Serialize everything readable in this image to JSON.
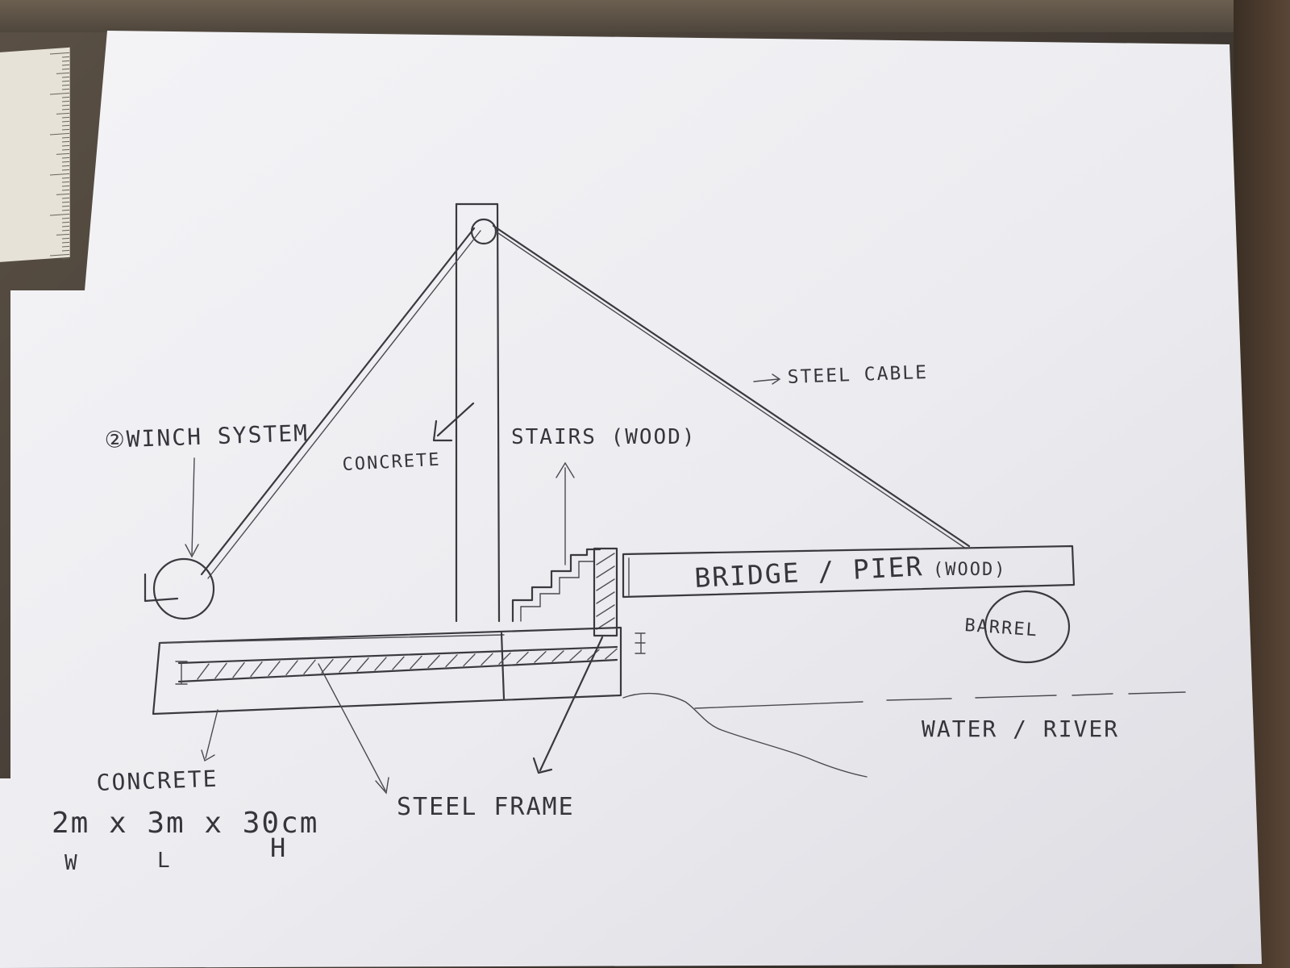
{
  "labels": {
    "winch": "②WINCH SYSTEM",
    "concrete_pole": "CONCRETE",
    "stairs": "STAIRS (WOOD)",
    "steel_cable": "STEEL CABLE",
    "bridge": "BRIDGE / PIER",
    "bridge_material": "(WOOD)",
    "barrel": "BARREL",
    "water": "WATER / RIVER",
    "base_concrete": "CONCRETE",
    "dimensions": "2m x 3m x 30cm",
    "dim_w": "W",
    "dim_l": "L",
    "dim_h": "H",
    "steel_frame": "STEEL FRAME"
  },
  "colors": {
    "paper": "#ececf0",
    "pencil": "#3a3a3e",
    "desk": "#4a423a"
  }
}
